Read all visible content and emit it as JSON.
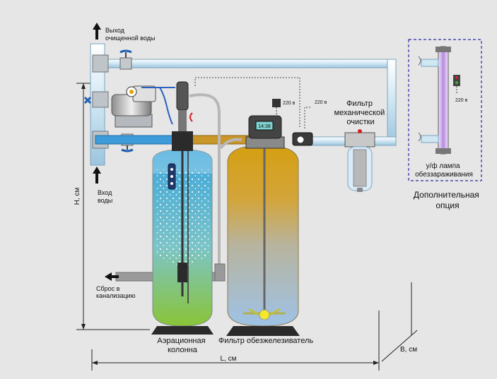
{
  "labels": {
    "outlet": [
      "Выход",
      "очищенной воды"
    ],
    "inlet": [
      "Вход",
      "воды"
    ],
    "drain": [
      "Сброс в",
      "канализацию"
    ],
    "aeration": [
      "Аэрационная",
      "колонна"
    ],
    "iron_filter": "Фильтр обезжелезиватель",
    "mech_filter": [
      "Фильтр",
      "механической",
      "очистки"
    ],
    "uv_lamp": [
      "у/ф лампа",
      "обеззараживания"
    ],
    "option": [
      "Дополнительная",
      "опция"
    ],
    "volt_1": "220 в",
    "volt_2": "220 в",
    "volt_3": "220 в",
    "dim_h": "H, см",
    "dim_l": "L, см",
    "dim_b": "B, см",
    "controller": "14:38"
  },
  "colors": {
    "pipe_water": "#cfe6f3",
    "pipe_raw": "#3c9bd8",
    "pipe_bypass": "#b88a24",
    "pipe_drain": "#9a9a9a",
    "tank_green": "#86c23a",
    "tank_gold": "#d6a41f",
    "uv_glow": "#b98ae0",
    "option_border": "#2a2aa0"
  }
}
